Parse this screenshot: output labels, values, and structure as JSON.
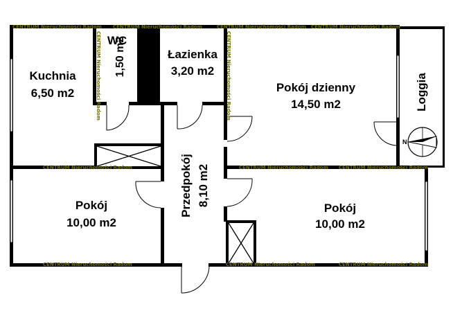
{
  "watermark": "CENTRUM Nieruchomości Radom",
  "rooms": [
    {
      "name": "Kuchnia",
      "area": "6,50 m2"
    },
    {
      "name": "WC",
      "area": "1,50 m2"
    },
    {
      "name": "Łazienka",
      "area": "3,20 m2"
    },
    {
      "name": "Pokój dzienny",
      "area": "14,50 m2"
    },
    {
      "name": "Loggia"
    },
    {
      "name": "Przedpokój",
      "area": "8,10 m2"
    },
    {
      "name": "Pokój",
      "area": "10,00 m2"
    },
    {
      "name": "Pokój",
      "area": "10,00 m2"
    }
  ],
  "compass": {
    "label": "N"
  }
}
